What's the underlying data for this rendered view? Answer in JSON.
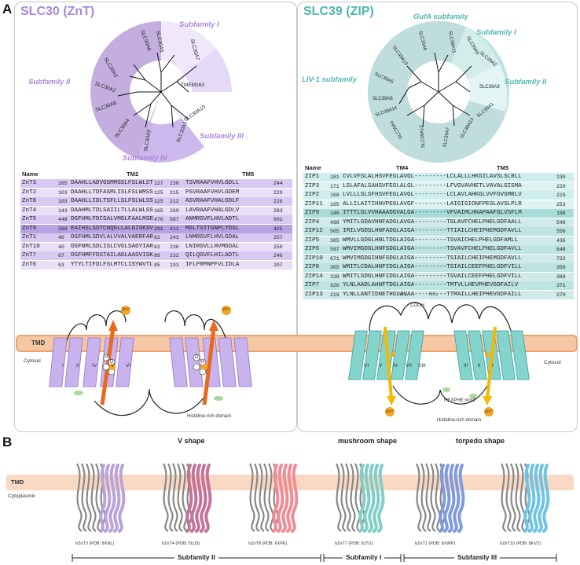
{
  "panelA": {
    "letter": "A",
    "slc30": {
      "title": "SLC30 (ZnT)",
      "subfamilies": [
        "Subfamily I",
        "Subfamily II",
        "Subfamily III",
        "Subfamily IV"
      ],
      "tree_leaves": [
        "SLC30A5",
        "SLC30A6",
        "SLC30A3",
        "SLC30A2",
        "SLC30A8",
        "SLC30A4",
        "SLC30A9",
        "SLC30A1",
        "SLC30A10",
        "SLC30A7",
        "TMEM163"
      ],
      "table": {
        "name_header": "Name",
        "tm_a": "TM2",
        "tm_b": "TM5",
        "rows": [
          [
            "ZnT3",
            "105",
            "DAAHLLADVGSMMGSLFSLWLST",
            "127",
            "230",
            "TSVRAAFVHVLGDLL",
            "244"
          ],
          [
            "ZnT2",
            "103",
            "DAAHLLTDFASMLISLFSLWMSS",
            "125",
            "215",
            "PSVRAAFVHVLGDEM",
            "229"
          ],
          [
            "ZnT8",
            "103",
            "DAAHLLIDLTSFLLSLFSLWLSS",
            "125",
            "212",
            "ASVRAAFVHALGDLF",
            "226"
          ],
          [
            "ZnT4",
            "143",
            "DAAHMLTDLSAIILTLLALWLSS",
            "165",
            "269",
            "LAVRAAFVHALGDLV",
            "283"
          ],
          [
            "ZnT5",
            "448",
            "DGFHMLFDCSALVMGLFAALMSR",
            "470",
            "587",
            "ANMRGVFLHVLADTL",
            "601"
          ],
          [
            "ZnT9",
            "269",
            "EAIHSLSDTCNQGLLALGISKSV",
            "291",
            "411",
            "MGLTSITGNPLYDSL",
            "425"
          ],
          [
            "ZnT1",
            "40",
            "DSFHMLSDVLALVVALVAERFAR",
            "62",
            "243",
            "LNMRGVFLHVLGDAL",
            "257"
          ],
          [
            "ZnT10",
            "40",
            "DSFNMLSDLISLCVGLSAGYIAR",
            "62",
            "236",
            "LNIRGVLLHVMGDAL",
            "250"
          ],
          [
            "ZnT7",
            "67",
            "DSFHMFFDSTAILAGLAASVISK",
            "89",
            "232",
            "QILQGVFLHILADTL",
            "246"
          ],
          [
            "ZnT6",
            "63",
            "YTYLTIFDLFSLMTCLISYWVTL",
            "85",
            "193",
            "IFLPRMNPFVLIDLA",
            "207"
          ]
        ]
      },
      "topology": {
        "tmd_label": "TMD",
        "cytosol_label": "Cytosol",
        "histidine_label": "Histidine-rich domain",
        "zn_label": "Zn²⁺",
        "tm_numerals": [
          "I",
          "II",
          "III",
          "IV",
          "V",
          "VI"
        ],
        "site_letters": [
          "H",
          "D",
          "D",
          "H"
        ]
      }
    },
    "slc39": {
      "title": "SLC39 (ZIP)",
      "subfamilies": [
        "GufA subfamily",
        "Subfamily I",
        "Subfamily II",
        "LIV-1 subfamily"
      ],
      "tree_leaves": [
        "SLC39A11",
        "SLC39A9",
        "SLC39A2",
        "SLC39A3",
        "SLC39A1",
        "SLC39A13",
        "SLC39A7",
        "SLC39A12",
        "SLC39A4",
        "SLC39A14",
        "SLC39A8",
        "SLC39A5",
        "SLC39A10",
        "SLC39A6"
      ],
      "table": {
        "name_header": "Name",
        "tm_a": "TM4",
        "tm_b": "TM5",
        "rows": [
          [
            "ZIP1",
            "181",
            "CVLVFSLALHSVFEGLAVGL---------LCLALLLHKGILAVSLSLRLL",
            "230"
          ],
          [
            "ZIP3",
            "171",
            "LSLAFALSAHSVFEGLALGL---------LFVGVAVHETLVAVALGISMA",
            "220"
          ],
          [
            "ZIP2",
            "166",
            "LVLLLSLSFHSVFEGLAVGL---------LCLAVLAHKGLVVFGVGMRLV",
            "215"
          ],
          [
            "ZIP11",
            "195",
            "ALLILAITIHNVPEGLAVGF---------LAIGIGIONFPEGLAVSLPLR",
            "253"
          ],
          [
            "ZIP9",
            "146",
            "ITTTLGLVVHAAADGVALGA---------VFVAIMLHKAPAAFGLVSFLM",
            "198"
          ],
          [
            "ZIP4",
            "498",
            "YMITLGDAVHNFADGLAVGA---------TSLAVFCHELPHELGDFAALL",
            "549"
          ],
          [
            "ZIP12",
            "505",
            "IMILVGDSLHNFADGLAIGA---------TTIAILCHEIPHEMGDFAVLL",
            "556"
          ],
          [
            "ZIP5",
            "385",
            "WMVLLGDGLHNLTDGLAIGA---------TSVAICHELPHELGDFAMLL",
            "436"
          ],
          [
            "ZIP6",
            "597",
            "WMVIMGDGLHNFSDGLAIGA---------TSVAVFCHELPHELGDFAVLL",
            "648"
          ],
          [
            "ZIP10",
            "671",
            "WMVIMGDGIHNFSDGLAIGA---------TSIAILCHEIPHEMGDFAVLL",
            "722"
          ],
          [
            "ZIP8",
            "305",
            "WMITLCDALHNFIDGLAIGA---------TSIAILCEEFPHELGDFVILL",
            "356"
          ],
          [
            "ZIP14",
            "338",
            "WMITLSDGLHNFIDGLAIGA---------TSVAILCEEFPHELGDFVILL",
            "389"
          ],
          [
            "ZIP7",
            "320",
            "YLNLAADLAHNFTDGLAIGA---------TMTVLLHEVPHEVGDFAILV",
            "371"
          ],
          [
            "ZIP13",
            "219",
            "YLNLLANTIDNETHGLAVAA---------TTMAILLHEIPHEVGDFAILL",
            "270"
          ]
        ]
      },
      "topology": {
        "nh2_label": "NH₂",
        "cooh_label": "COOH",
        "cytosol_label": "Cytosol",
        "hexphe_label": "HEXPHE motif",
        "histidine_label": "Histidine-rich domain",
        "zn_label": "Zn²⁺",
        "tm_numerals": [
          "VI",
          "V",
          "IV",
          "VII",
          "VIII",
          "III",
          "II",
          "I"
        ]
      }
    }
  },
  "panelB": {
    "letter": "B",
    "tmd_label": "TMD",
    "cytoplasmic_label": "Cytoplasmic",
    "shapes": [
      "V shape",
      "mushroom shape",
      "torpedo shape"
    ],
    "structures": [
      {
        "label": "hZnT3 (PDB: 8XNL)",
        "color": "#b9a3d8"
      },
      {
        "label": "hZnT4 (PDB: 5UJ3)",
        "color": "#c3739a"
      },
      {
        "label": "hZnT8 (PDB: 6XPE)",
        "color": "#f08c95"
      },
      {
        "label": "hZnT7 (PDB: 8J7U)",
        "color": "#7fcfc7"
      },
      {
        "label": "hZnT1 (PDB: 8XWP)",
        "color": "#7f9be0"
      },
      {
        "label": "hZnT10 (PDB: 8KV2)",
        "color": "#6fc4e6"
      }
    ],
    "subfamily_labels": [
      "Subfamily II",
      "Subfamily I",
      "Subfamily III"
    ]
  },
  "colors": {
    "znt_purple": "#a987d8",
    "zip_teal": "#4fb7b3",
    "tmd_orange": "#f6c7a5",
    "zn_ball": "#f5a623"
  }
}
